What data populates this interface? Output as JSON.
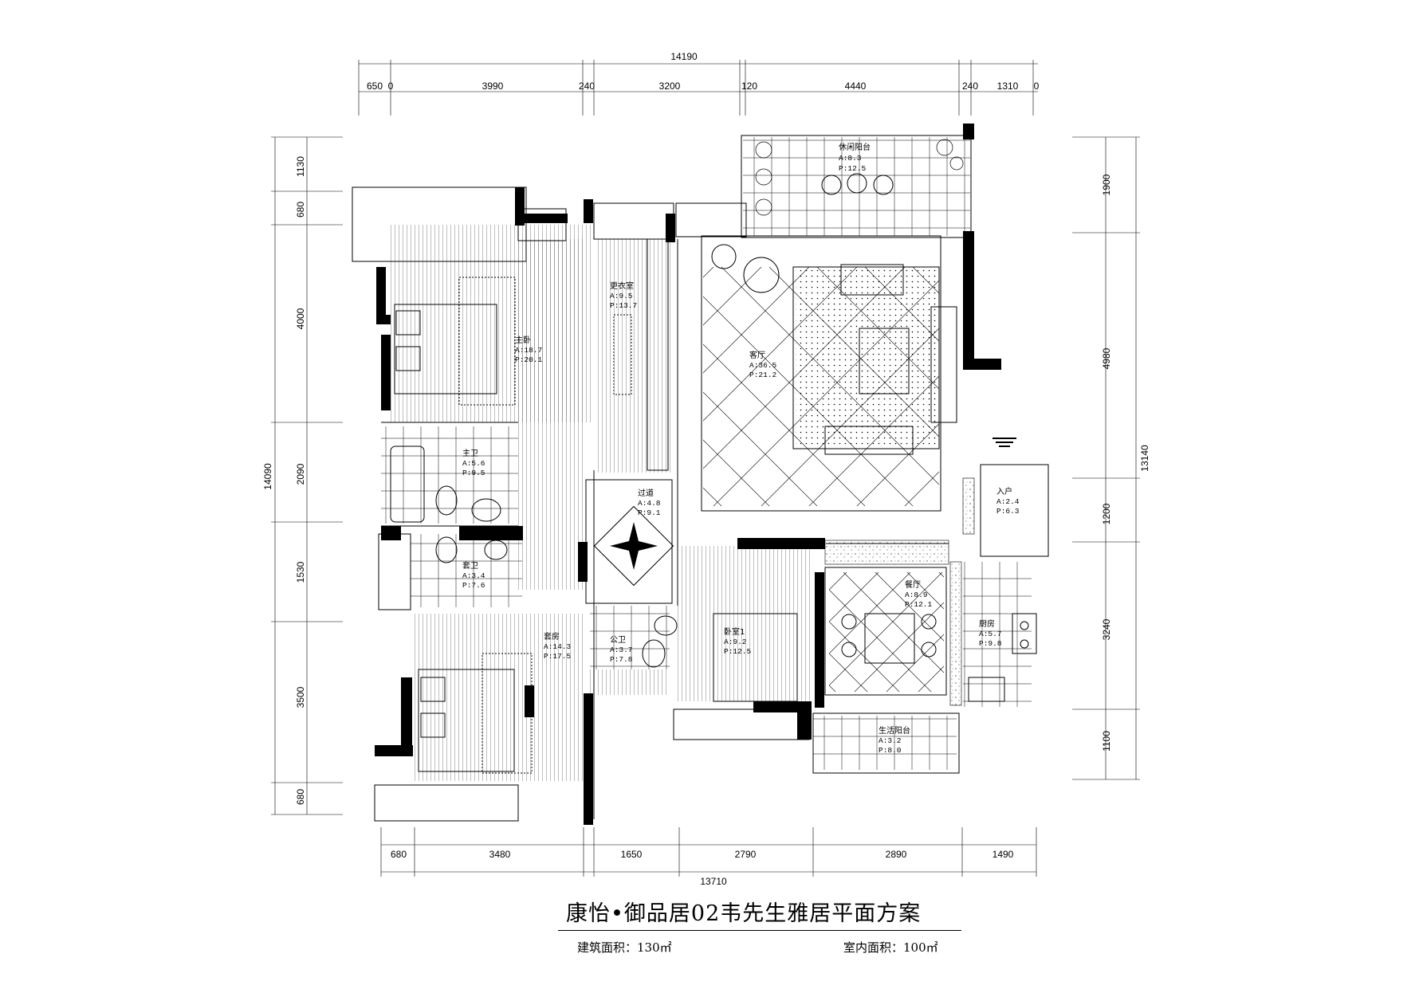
{
  "title": "康怡•御品居02韦先生雅居平面方案",
  "areas": {
    "build_label": "建筑面积：130㎡",
    "indoor_label": "室内面积：100㎡"
  },
  "dims": {
    "top_total": "14190",
    "top": [
      "650",
      "0",
      "3990",
      "240",
      "3200",
      "120",
      "4440",
      "240",
      "1310",
      "0"
    ],
    "bottom_total": "13710",
    "bottom": [
      "680",
      "3480",
      "1650",
      "2790",
      "2890",
      "1490"
    ],
    "left_total": "14090",
    "left": [
      "1130",
      "680",
      "4000",
      "2090",
      "1530",
      "3500",
      "680"
    ],
    "right_total": "13140",
    "right": [
      "1900",
      "4980",
      "1200",
      "3240",
      "1100"
    ]
  },
  "rooms": [
    {
      "id": "balcony-leisure",
      "name": "休闲阳台",
      "a": "A:8.3",
      "p": "P:12.5"
    },
    {
      "id": "wardrobe",
      "name": "更衣室",
      "a": "A:9.5",
      "p": "P:13.7"
    },
    {
      "id": "master-bedroom",
      "name": "主卧",
      "a": "A:18.7",
      "p": "P:20.1"
    },
    {
      "id": "living",
      "name": "客厅",
      "a": "A:36.5",
      "p": "P:21.2"
    },
    {
      "id": "master-bath",
      "name": "主卫",
      "a": "A:5.6",
      "p": "P:9.5"
    },
    {
      "id": "corridor",
      "name": "过道",
      "a": "A:4.8",
      "p": "P:9.1"
    },
    {
      "id": "entry",
      "name": "入户",
      "a": "A:2.4",
      "p": "P:6.3"
    },
    {
      "id": "suite-bath",
      "name": "套卫",
      "a": "A:3.4",
      "p": "P:7.6"
    },
    {
      "id": "dining",
      "name": "餐厅",
      "a": "A:8.9",
      "p": "P:12.1"
    },
    {
      "id": "suite-room",
      "name": "套房",
      "a": "A:14.3",
      "p": "P:17.5"
    },
    {
      "id": "public-bath",
      "name": "公卫",
      "a": "A:3.7",
      "p": "P:7.8"
    },
    {
      "id": "bedroom1",
      "name": "卧室1",
      "a": "A:9.2",
      "p": "P:12.5"
    },
    {
      "id": "kitchen",
      "name": "厨房",
      "a": "A:5.7",
      "p": "P:9.8"
    },
    {
      "id": "utility-balcony",
      "name": "生活阳台",
      "a": "A:3.2",
      "p": "P:8.0"
    }
  ]
}
